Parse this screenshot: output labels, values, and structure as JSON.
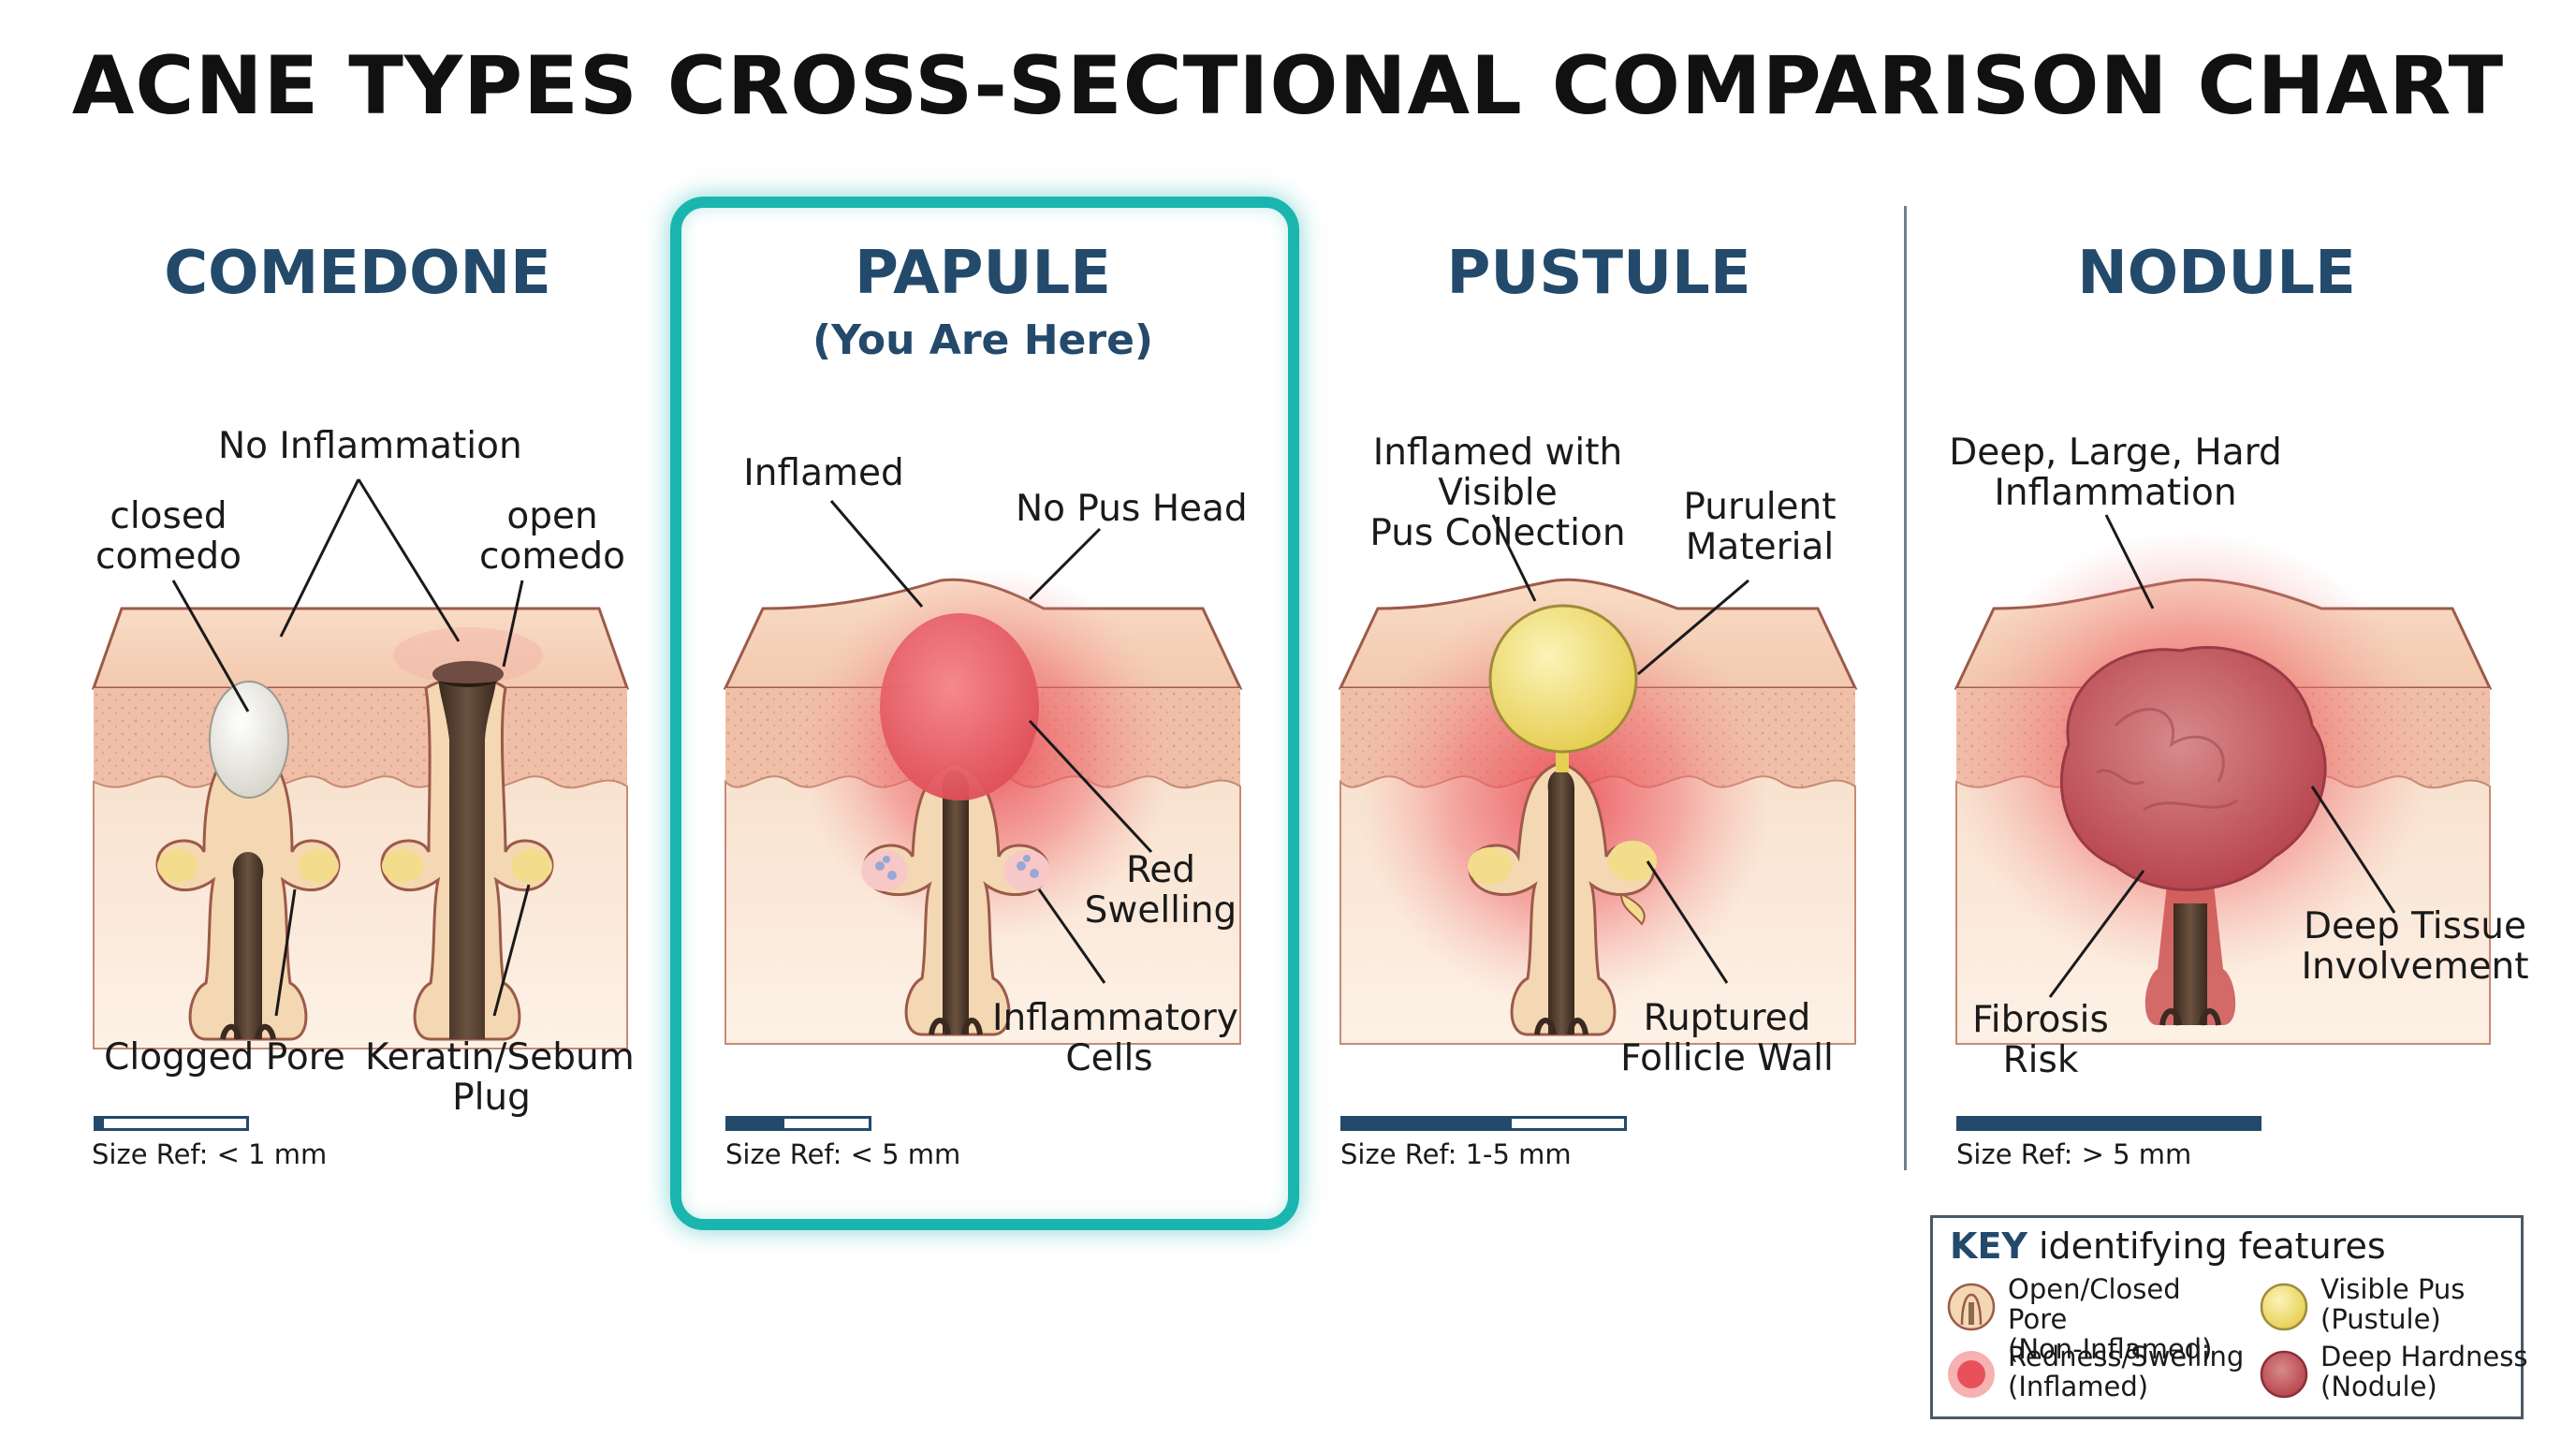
{
  "title": "ACNE TYPES CROSS-SECTIONAL COMPARISON CHART",
  "colors": {
    "accent_teal": "#1bb5b0",
    "heading_navy": "#234a6b",
    "skin_top": "#f6d6c0",
    "dermis": "#f3c4b0",
    "inflammation_red": "#e8505a",
    "pus_yellow": "#f2e27a",
    "nodule_dark_red": "#b8454f"
  },
  "panels": [
    {
      "id": "comedone",
      "title": "COMEDONE",
      "labels": {
        "top": "No Inflammation",
        "left": "closed\ncomedo",
        "right": "open\ncomedo",
        "bottom_left": "Clogged Pore",
        "bottom_right": "Keratin/Sebum\nPlug"
      },
      "size_ref": "Size Ref: < 1 mm",
      "size_fraction": 0.05
    },
    {
      "id": "papule",
      "title": "PAPULE",
      "subtitle": "(You Are Here)",
      "labels": {
        "top_left": "Inflamed",
        "top_right": "No Pus Head",
        "right": "Red\nSwelling",
        "bottom": "Inflammatory\nCells"
      },
      "size_ref": "Size Ref: < 5 mm",
      "size_fraction": 0.4
    },
    {
      "id": "pustule",
      "title": "PUSTULE",
      "labels": {
        "top_left": "Inflamed with Visible\nPus Collection",
        "top_right": "Purulent\nMaterial",
        "bottom_right": "Ruptured\nFollicle Wall"
      },
      "size_ref": "Size Ref: 1-5 mm",
      "size_fraction": 0.6
    },
    {
      "id": "nodule",
      "title": "NODULE",
      "labels": {
        "top": "Deep, Large, Hard\nInflammation",
        "right": "Deep Tissue\nInvolvement",
        "bottom_left": "Fibrosis\nRisk"
      },
      "size_ref": "Size Ref: > 5 mm",
      "size_fraction": 1.0
    }
  ],
  "key": {
    "heading_bold": "KEY",
    "heading_rest": " identifying features",
    "items": [
      {
        "icon": "pore-icon",
        "text": "Open/Closed Pore\n(Non-Inflamed)"
      },
      {
        "icon": "pus-icon",
        "text": "Visible Pus\n(Pustule)"
      },
      {
        "icon": "redness-icon",
        "text": "Redness/Swelling\n(Inflamed)"
      },
      {
        "icon": "hardness-icon",
        "text": "Deep Hardness\n(Nodule)"
      }
    ]
  }
}
